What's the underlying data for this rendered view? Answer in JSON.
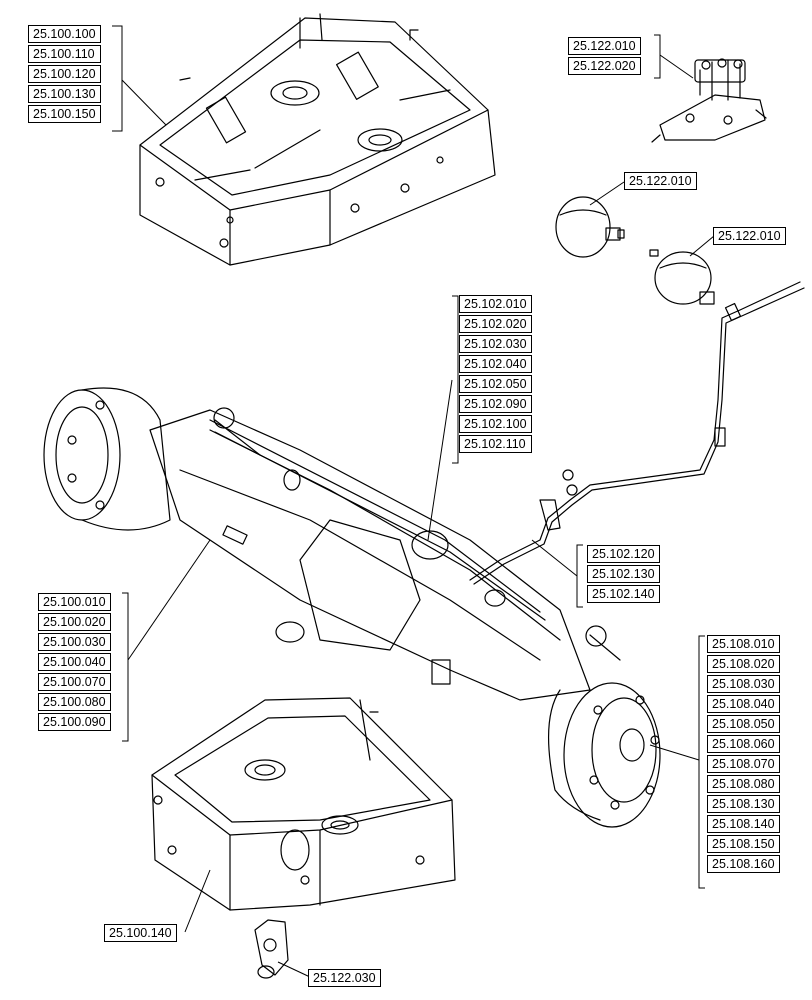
{
  "callouts": {
    "frame_top": [
      "25.100.100",
      "25.100.110",
      "25.100.120",
      "25.100.130",
      "25.100.150"
    ],
    "valve": [
      "25.122.010",
      "25.122.020"
    ],
    "accumulator_1": [
      "25.122.010"
    ],
    "accumulator_2": [
      "25.122.010"
    ],
    "axle_pipes": [
      "25.102.010",
      "25.102.020",
      "25.102.030",
      "25.102.040",
      "25.102.050",
      "25.102.090",
      "25.102.100",
      "25.102.110"
    ],
    "axle_bracket": [
      "25.102.120",
      "25.102.130",
      "25.102.140"
    ],
    "axle_body": [
      "25.100.010",
      "25.100.020",
      "25.100.030",
      "25.100.040",
      "25.100.070",
      "25.100.080",
      "25.100.090"
    ],
    "hub": [
      "25.108.010",
      "25.108.020",
      "25.108.030",
      "25.108.040",
      "25.108.050",
      "25.108.060",
      "25.108.070",
      "25.108.080",
      "25.108.130",
      "25.108.140",
      "25.108.150",
      "25.108.160"
    ],
    "frame_bottom": [
      "25.100.140"
    ],
    "cylinder_mount": [
      "25.122.030"
    ]
  }
}
